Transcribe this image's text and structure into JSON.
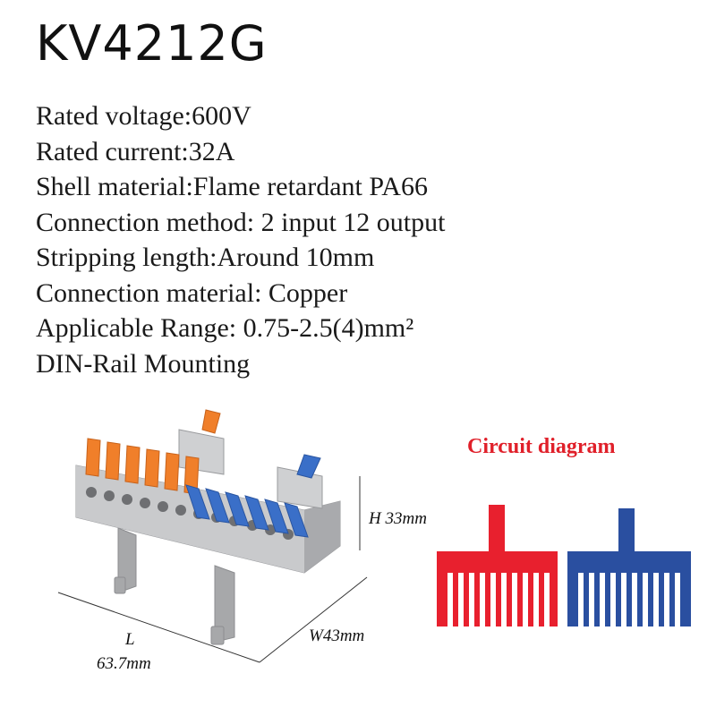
{
  "title": "KV4212G",
  "specs": [
    "Rated voltage:600V",
    "Rated current:32A",
    "Shell material:Flame retardant PA66",
    "Connection method: 2 input 12 output",
    "Stripping length:Around 10mm",
    "Connection material: Copper",
    "Applicable Range: 0.75-2.5(4)mm²",
    "DIN-Rail Mounting"
  ],
  "dimensions": {
    "height": "H 33mm",
    "width": "W43mm",
    "length_label": "L",
    "length_value": "63.7mm"
  },
  "circuit": {
    "title": "Circuit diagram",
    "input_color": "#e8202e",
    "output_color": "#2a4fa0"
  },
  "colors": {
    "lever_orange": "#f07f2a",
    "lever_blue": "#3a6fc8",
    "housing_gray": "#bfc0c2"
  }
}
